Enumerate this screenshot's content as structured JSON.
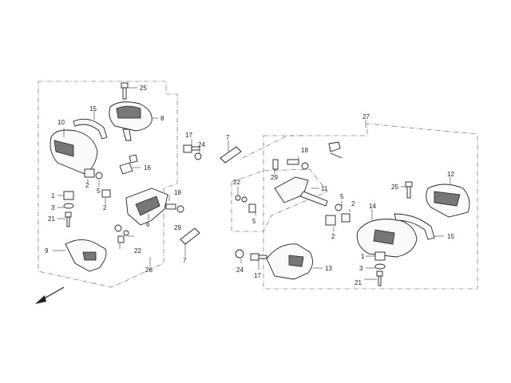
{
  "callouts": {
    "c25a": "25",
    "c15a": "15",
    "c10": "10",
    "c8": "8",
    "c17a": "17",
    "c24a": "24",
    "c16": "16",
    "c1a": "1",
    "c3a": "3",
    "c21a": "21",
    "c2a": "2",
    "c5a": "5",
    "c2b": "2",
    "c18a": "18",
    "c6": "6",
    "c29a": "29",
    "c22a": "22",
    "c9": "9",
    "c26": "26",
    "c7a": "7",
    "c7b": "7",
    "c27": "27",
    "c18b": "18",
    "c29b": "29",
    "c22b": "22",
    "c5b": "5",
    "c11": "11",
    "c5c": "5",
    "c2c": "2",
    "c2d": "2",
    "c25b": "25",
    "c12": "12",
    "c14": "14",
    "c15b": "15",
    "c1b": "1",
    "c3b": "3",
    "c21b": "21",
    "c24b": "24",
    "c17b": "17",
    "c13": "13"
  }
}
